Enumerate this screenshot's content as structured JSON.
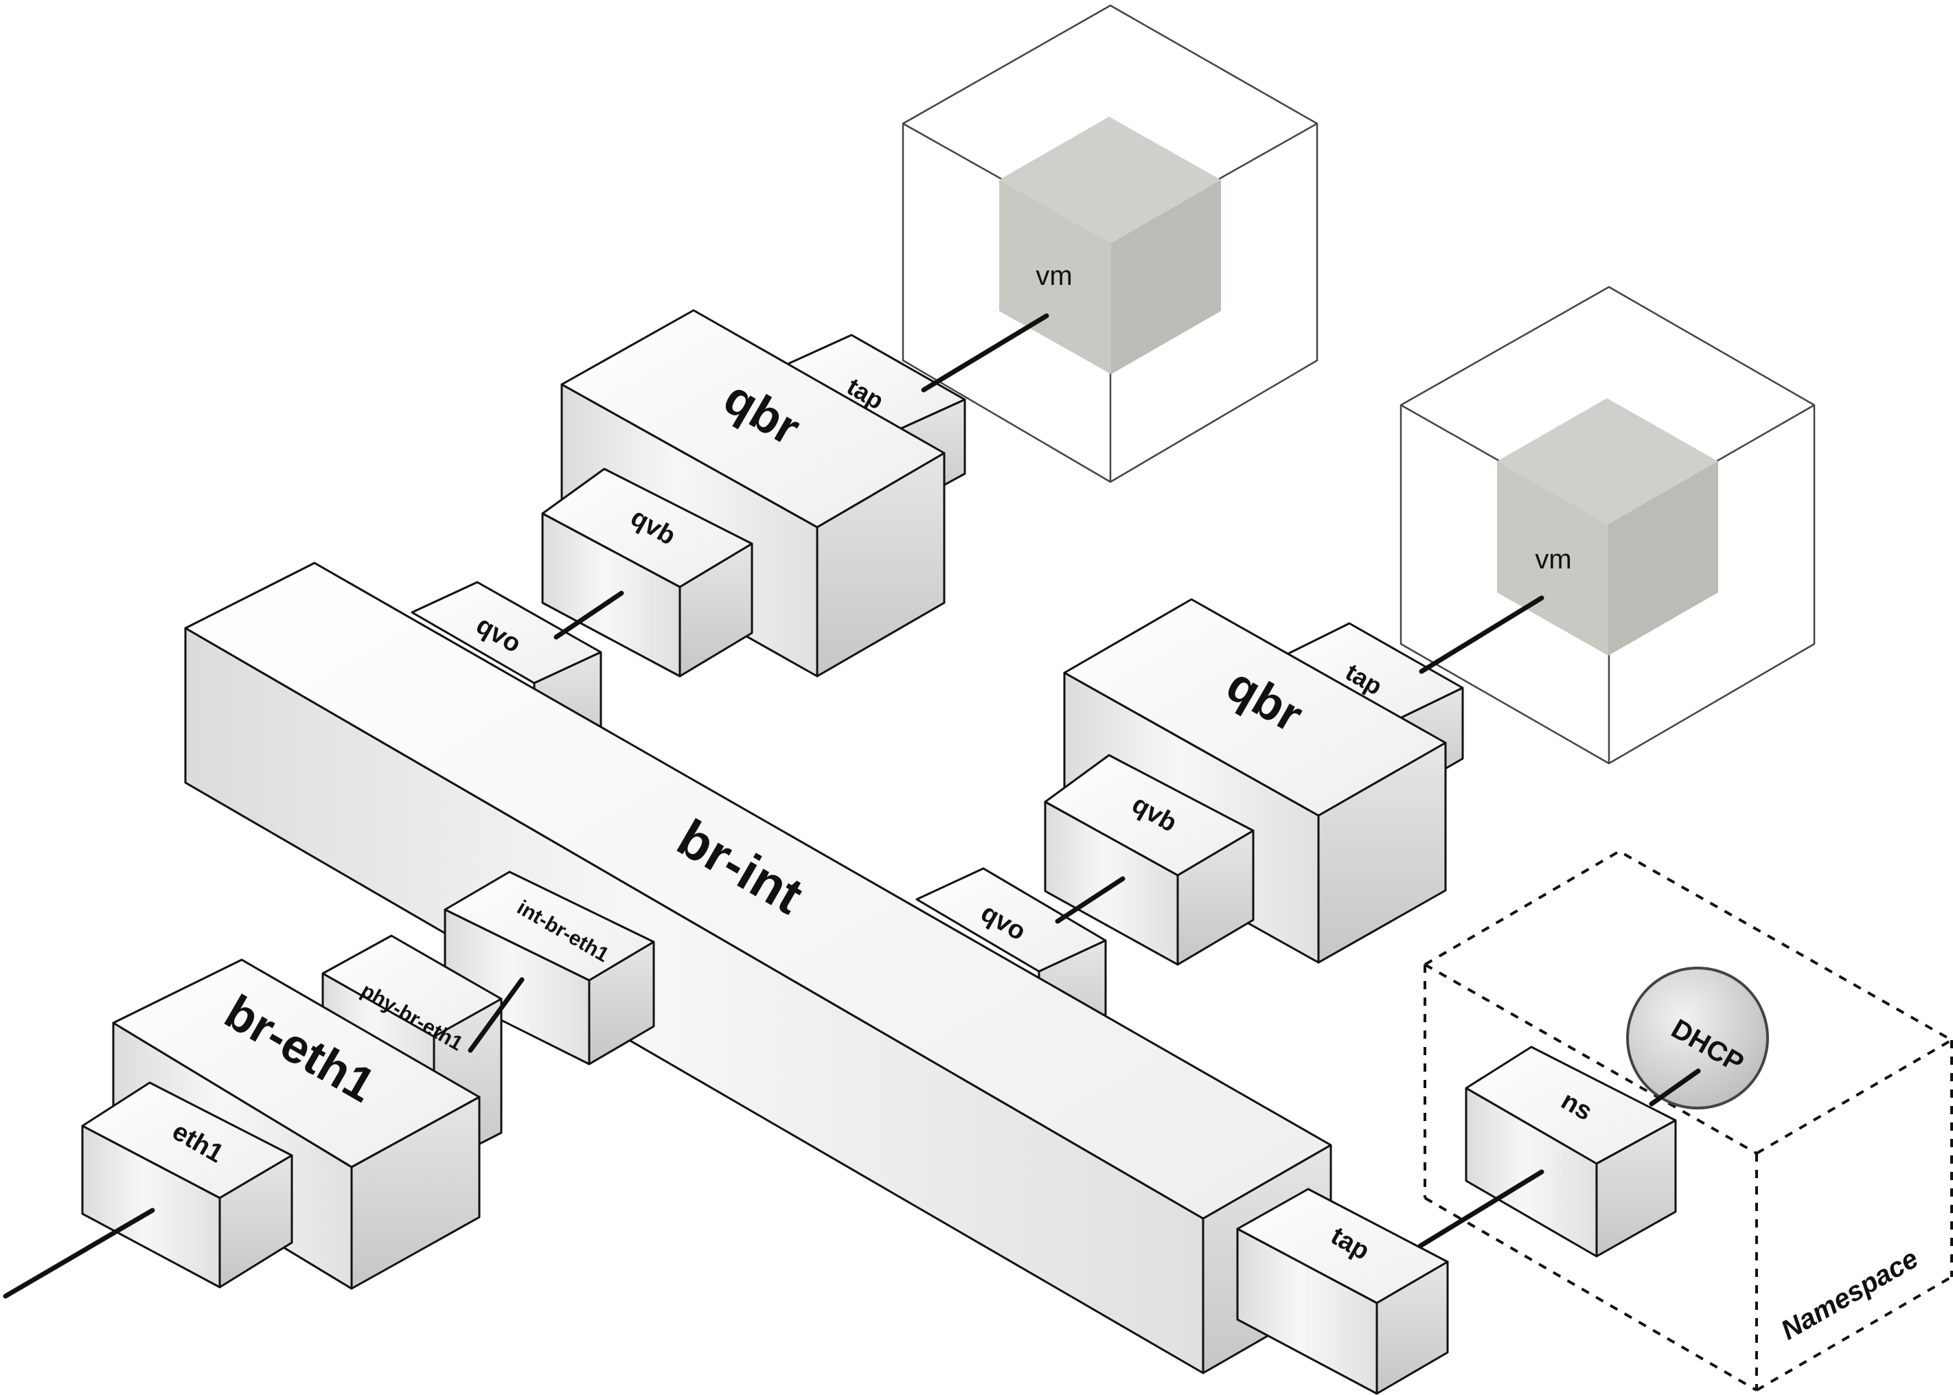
{
  "colors": {
    "box_top": "#f3f3f3",
    "box_front": "#e6e6e6",
    "box_right": "#cfcfcf",
    "vm_top": "#cfcfcb",
    "vm_front": "#c9c8c3",
    "vm_right": "#bebdb8",
    "dhcp_fill": "#d4d4d4",
    "line": "#111111"
  },
  "labels": {
    "br_int": "br-int",
    "br_eth1": "br-eth1",
    "eth1": "eth1",
    "phy_br_eth1": "phy-br-eth1",
    "int_br_eth1": "int-br-eth1",
    "qbr_1": "qbr",
    "qbr_2": "qbr",
    "qvb_1": "qvb",
    "qvb_2": "qvb",
    "qvo_1": "qvo",
    "qvo_2": "qvo",
    "tap_1": "tap",
    "tap_2": "tap",
    "tap_3": "tap",
    "vm_1": "vm",
    "vm_2": "vm",
    "ns": "ns",
    "dhcp": "DHCP",
    "namespace": "Namespace"
  }
}
